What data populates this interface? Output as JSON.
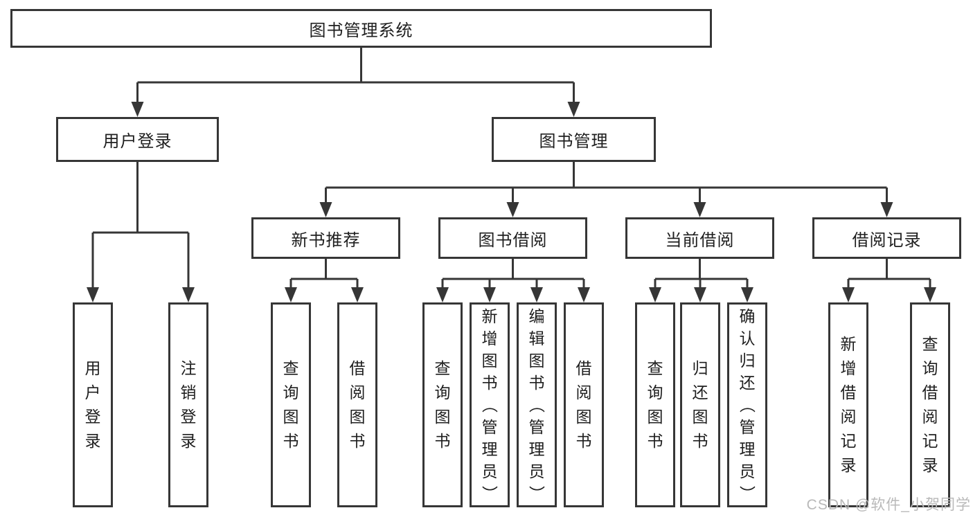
{
  "diagram": {
    "root": {
      "label": "图书管理系统"
    },
    "branches": [
      {
        "label": "用户登录",
        "leaves": [
          {
            "label": "用户登录"
          },
          {
            "label": "注销登录"
          }
        ]
      },
      {
        "label": "图书管理",
        "sections": [
          {
            "label": "新书推荐",
            "leaves": [
              {
                "label": "查询图书"
              },
              {
                "label": "借阅图书"
              }
            ]
          },
          {
            "label": "图书借阅",
            "leaves": [
              {
                "label": "查询图书"
              },
              {
                "label": "新增图书（管理员）"
              },
              {
                "label": "编辑图书（管理员）"
              },
              {
                "label": "借阅图书"
              }
            ]
          },
          {
            "label": "当前借阅",
            "leaves": [
              {
                "label": "查询图书"
              },
              {
                "label": "归还图书"
              },
              {
                "label": "确认归还（管理员）"
              }
            ]
          },
          {
            "label": "借阅记录",
            "leaves": [
              {
                "label": "新增借阅记录"
              },
              {
                "label": "查询借阅记录"
              }
            ]
          }
        ]
      }
    ]
  },
  "watermark": {
    "text": "CSDN @软件_小贺同学"
  },
  "colors": {
    "line": "#363636",
    "text": "#1e1e1e",
    "watermark": "#b9b9b9",
    "background": "#ffffff"
  }
}
